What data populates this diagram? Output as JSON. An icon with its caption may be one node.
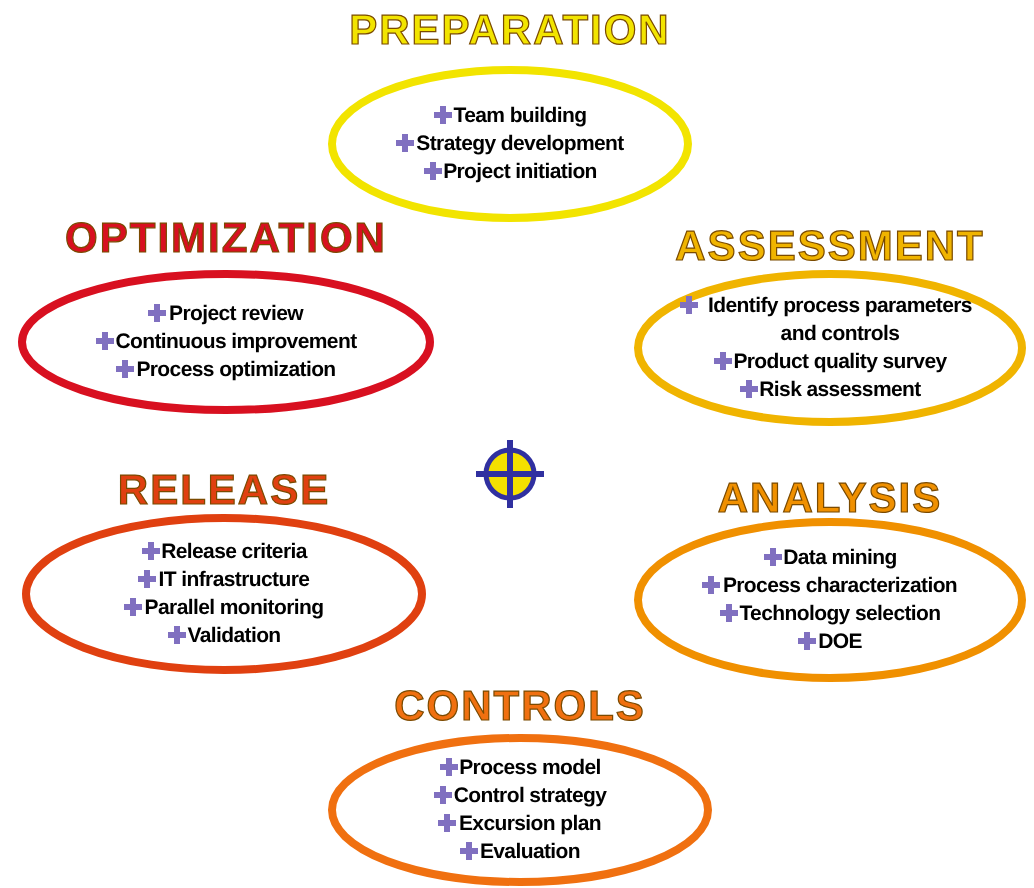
{
  "diagram": {
    "nodes": [
      {
        "text": [
          "PREPARATION",
          "Team building",
          "Strategy development",
          "Project initiation"
        ]
      },
      {
        "text": [
          "OPTIMIZATION",
          "Project review",
          "Continuous improvement",
          "Process optimization"
        ]
      },
      {
        "text": [
          "ASSESSMENT",
          "Identify process parameters and controls",
          "Product quality survey",
          "Risk assessment"
        ]
      },
      {
        "text": [
          "RELEASE",
          "Release criteria",
          "IT infrastructure",
          "Parallel monitoring",
          "Validation"
        ]
      },
      {
        "text": [
          "ANALYSIS",
          "Data mining",
          "Process characterization",
          "Technology selection",
          "DOE"
        ]
      },
      {
        "text": [
          "CONTROLS",
          "Process model",
          "Control strategy",
          "Excursion plan",
          "Evaluation"
        ]
      }
    ],
    "edges": []
  }
}
